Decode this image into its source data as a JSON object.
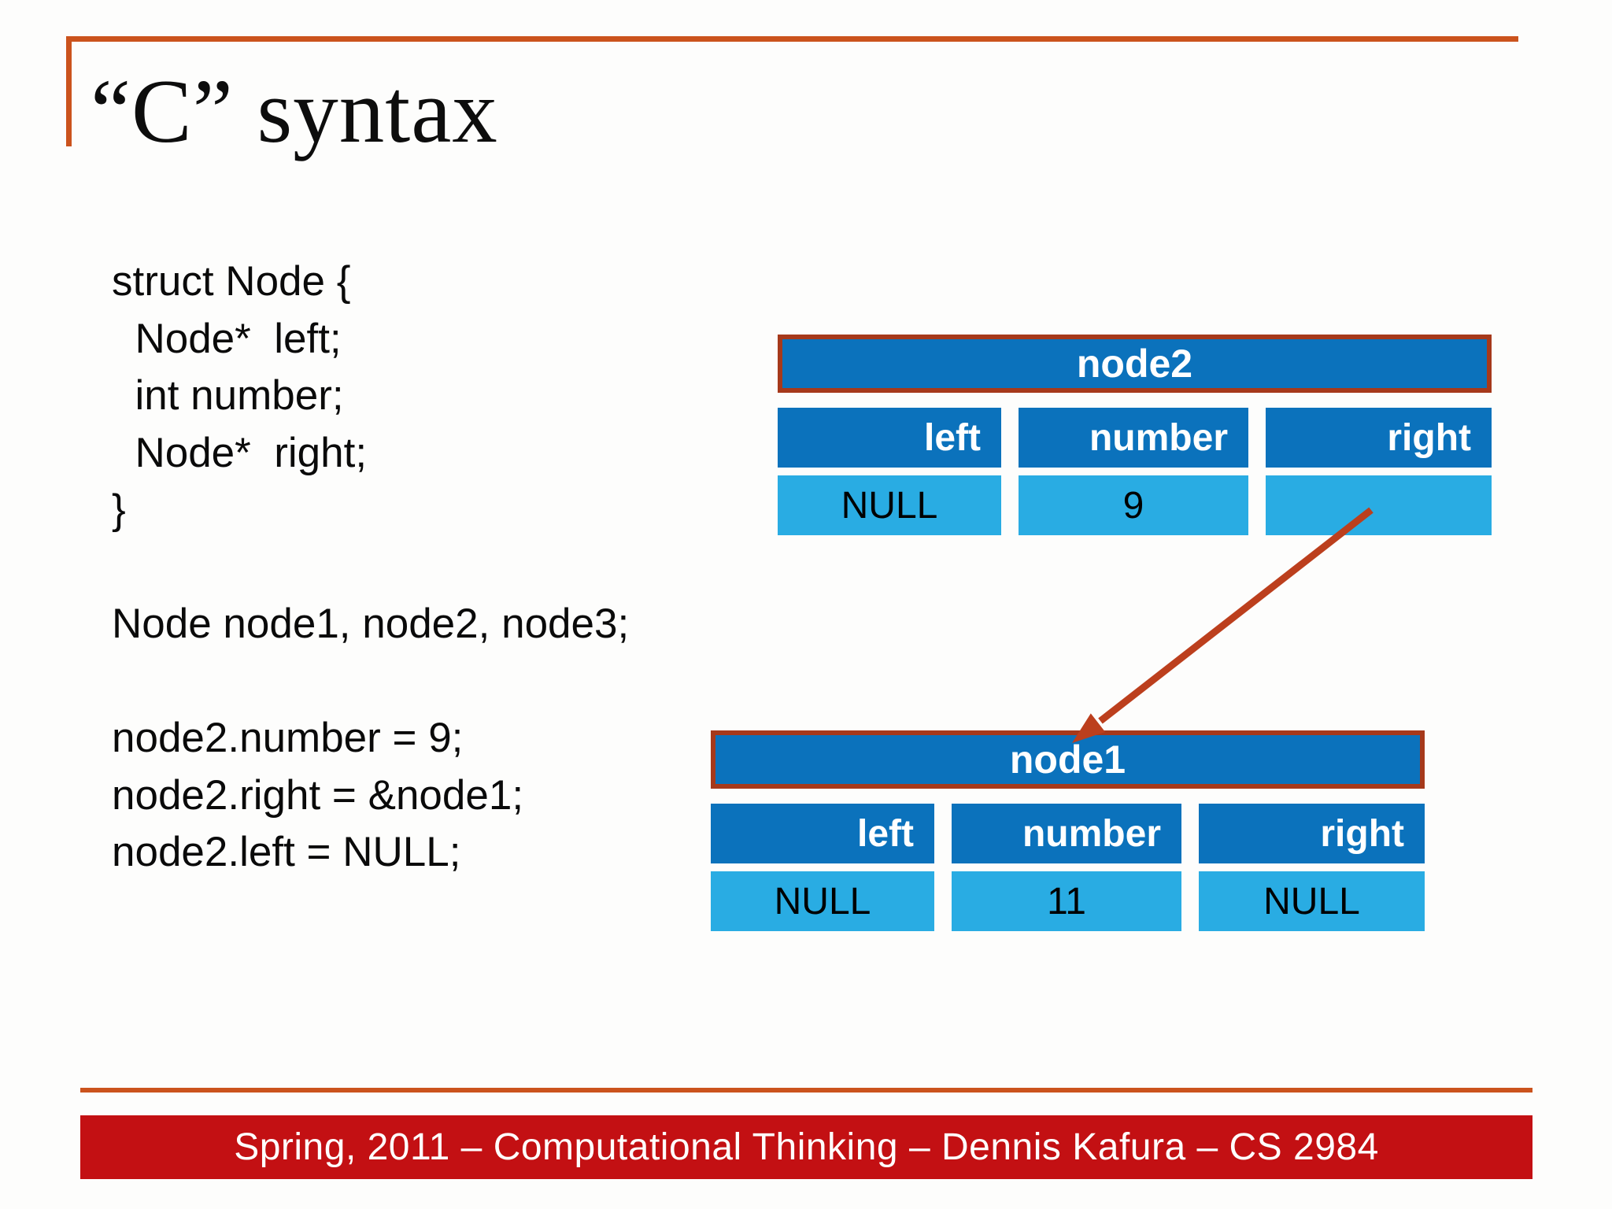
{
  "slide": {
    "title": "“C” syntax",
    "code_lines": [
      "struct Node {",
      "  Node*  left;",
      "  int number;",
      "  Node*  right;",
      "}",
      "",
      "Node node1, node2, node3;",
      "",
      "node2.number = 9;",
      "node2.right = &node1;",
      "node2.left = NULL;"
    ],
    "node2_table": {
      "title": "node2",
      "headers": [
        "left",
        "number",
        "right"
      ],
      "values": [
        "NULL",
        "9",
        ""
      ]
    },
    "node1_table": {
      "title": "node1",
      "headers": [
        "left",
        "number",
        "right"
      ],
      "values": [
        "NULL",
        "11",
        "NULL"
      ]
    },
    "arrow": {
      "from": "node2.right",
      "to": "node1"
    },
    "footer": "Spring, 2011 – Computational Thinking – Dennis Kafura – CS 2984",
    "colors": {
      "accent_orange": "#cb531d",
      "box_border_red": "#a6391b",
      "arrow_red": "#bc3f1d",
      "dark_blue": "#0b72bc",
      "light_blue": "#29ace3",
      "footer_red": "#c31013",
      "text_black": "#0a0a0a",
      "text_white": "#ffffff"
    }
  }
}
